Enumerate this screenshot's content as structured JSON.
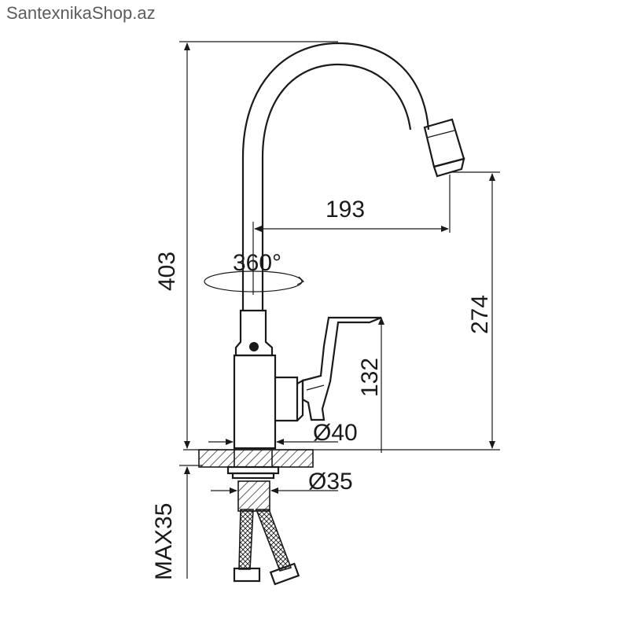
{
  "watermark": "SantexnikaShop.az",
  "dimensions": {
    "height_total": "403",
    "spout_reach": "193",
    "spout_height": "274",
    "rotation": "360°",
    "handle_height": "132",
    "body_diameter": "Ø40",
    "thread_diameter": "Ø35",
    "max_counter": "MAX35"
  },
  "colors": {
    "line": "#1a1a1a",
    "watermark": "#5c5c5c"
  }
}
